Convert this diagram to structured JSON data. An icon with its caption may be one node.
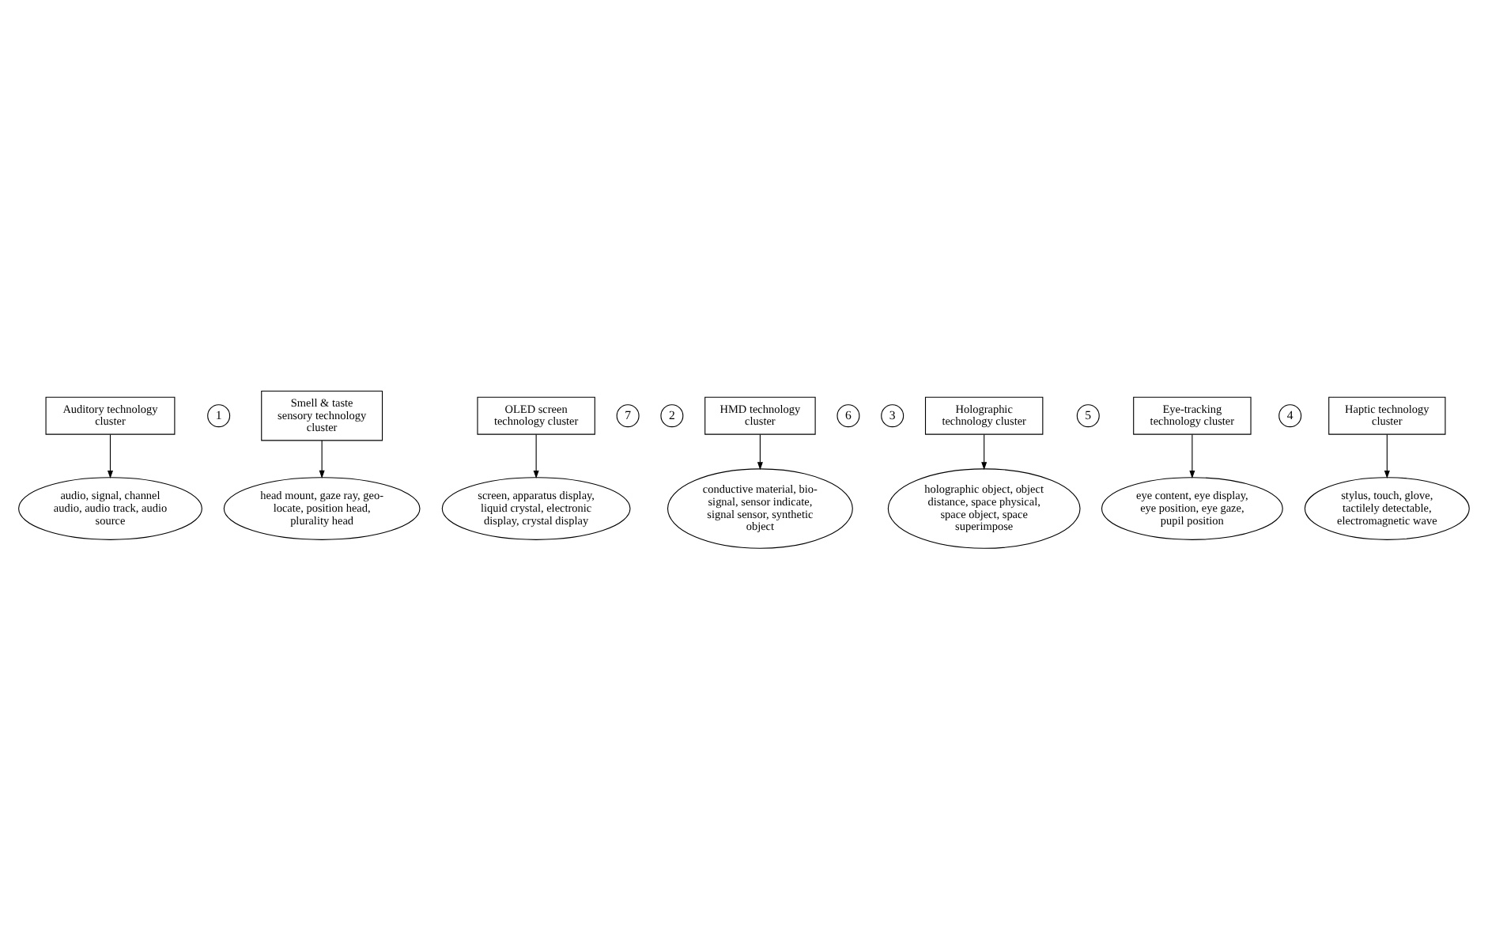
{
  "diagram": {
    "nodes": [
      {
        "text": [
          "audio, signal, channel audio, audio track, audio source"
        ]
      },
      {
        "text": [
          "1"
        ]
      },
      {
        "text": [
          "Auditory technology cluster"
        ]
      },
      {
        "text": [
          "head mount, gaze ray, geo-locate, position head, plurality head"
        ]
      },
      {
        "text": [
          "screen, apparatus display, liquid crystal, electronic display, crystal display"
        ]
      },
      {
        "text": [
          "7"
        ]
      },
      {
        "text": [
          "Smell & taste sensory technology cluster"
        ]
      },
      {
        "text": [
          "2"
        ]
      },
      {
        "text": [
          "OLED screen technology cluster"
        ]
      },
      {
        "text": [
          "conductive material, bio-signal, sensor indicate, signal sensor, synthetic object"
        ]
      },
      {
        "text": [
          "6"
        ]
      },
      {
        "text": [
          "HMD technology cluster"
        ]
      },
      {
        "text": [
          "3"
        ]
      },
      {
        "text": [
          "Holographic technology cluster"
        ]
      },
      {
        "text": [
          "holographic object, object distance, space physical, space object, space superimpose"
        ]
      },
      {
        "text": [
          "5"
        ]
      },
      {
        "text": [
          "Eye-tracking technology cluster"
        ]
      },
      {
        "text": [
          "4"
        ]
      },
      {
        "text": [
          "Haptic technology cluster"
        ]
      },
      {
        "text": [
          "eye content, eye display, eye position, eye gaze, pupil position"
        ]
      },
      {
        "text": [
          "stylus, touch, glove, tactilely detectable, electromagnetic wave"
        ]
      }
    ],
    "edges": [
      {
        "from": 2,
        "to": 0,
        "arrow": "to"
      },
      {
        "from": 6,
        "to": 3,
        "arrow": "to"
      },
      {
        "from": 8,
        "to": 4,
        "arrow": "to"
      },
      {
        "from": 11,
        "to": 9,
        "arrow": "to"
      },
      {
        "from": 13,
        "to": 14,
        "arrow": "to"
      },
      {
        "from": 16,
        "to": 19,
        "arrow": "to"
      },
      {
        "from": 18,
        "to": 20,
        "arrow": "to"
      }
    ]
  }
}
